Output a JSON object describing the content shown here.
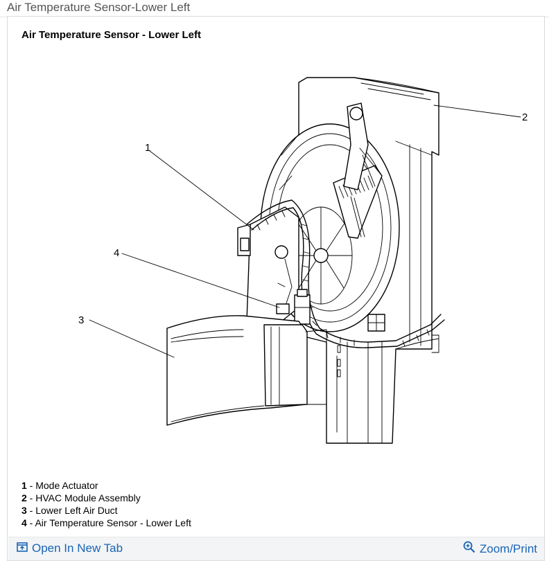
{
  "page": {
    "title": "Air Temperature Sensor-Lower Left"
  },
  "figure": {
    "title": "Air Temperature Sensor - Lower Left",
    "callouts": [
      "1",
      "2",
      "3",
      "4"
    ],
    "legend": [
      {
        "num": "1",
        "text": " - Mode Actuator"
      },
      {
        "num": "2",
        "text": " - HVAC Module Assembly"
      },
      {
        "num": "3",
        "text": " - Lower Left Air Duct"
      },
      {
        "num": "4",
        "text": " - Air Temperature Sensor - Lower Left"
      }
    ]
  },
  "footer": {
    "open_tab_label": "Open In New Tab",
    "zoom_print_label": "Zoom/Print",
    "open_tab_icon": "open-new-tab-icon",
    "zoom_icon": "magnifier-plus-icon",
    "link_color": "#1a64b4"
  }
}
